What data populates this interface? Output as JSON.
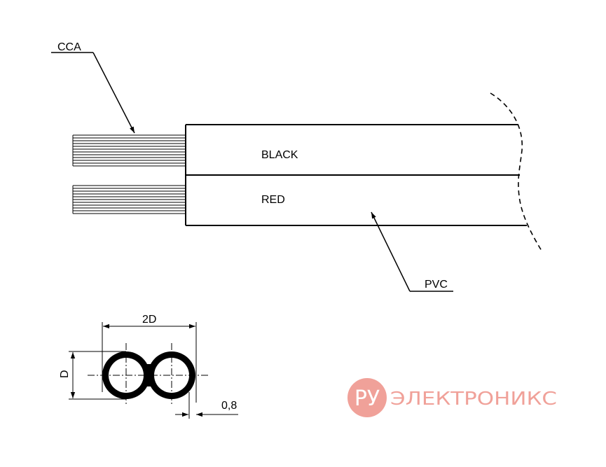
{
  "labels": {
    "conductor": "CCA",
    "core_1": "BLACK",
    "core_2": "RED",
    "insulation": "PVC"
  },
  "dimensions": {
    "width": "2D",
    "height": "D",
    "insulation_thickness": "0,8"
  },
  "watermark": {
    "logo": "РУ",
    "brand": "ЭЛЕКТРОНИКС",
    "color": "#e0301e"
  }
}
